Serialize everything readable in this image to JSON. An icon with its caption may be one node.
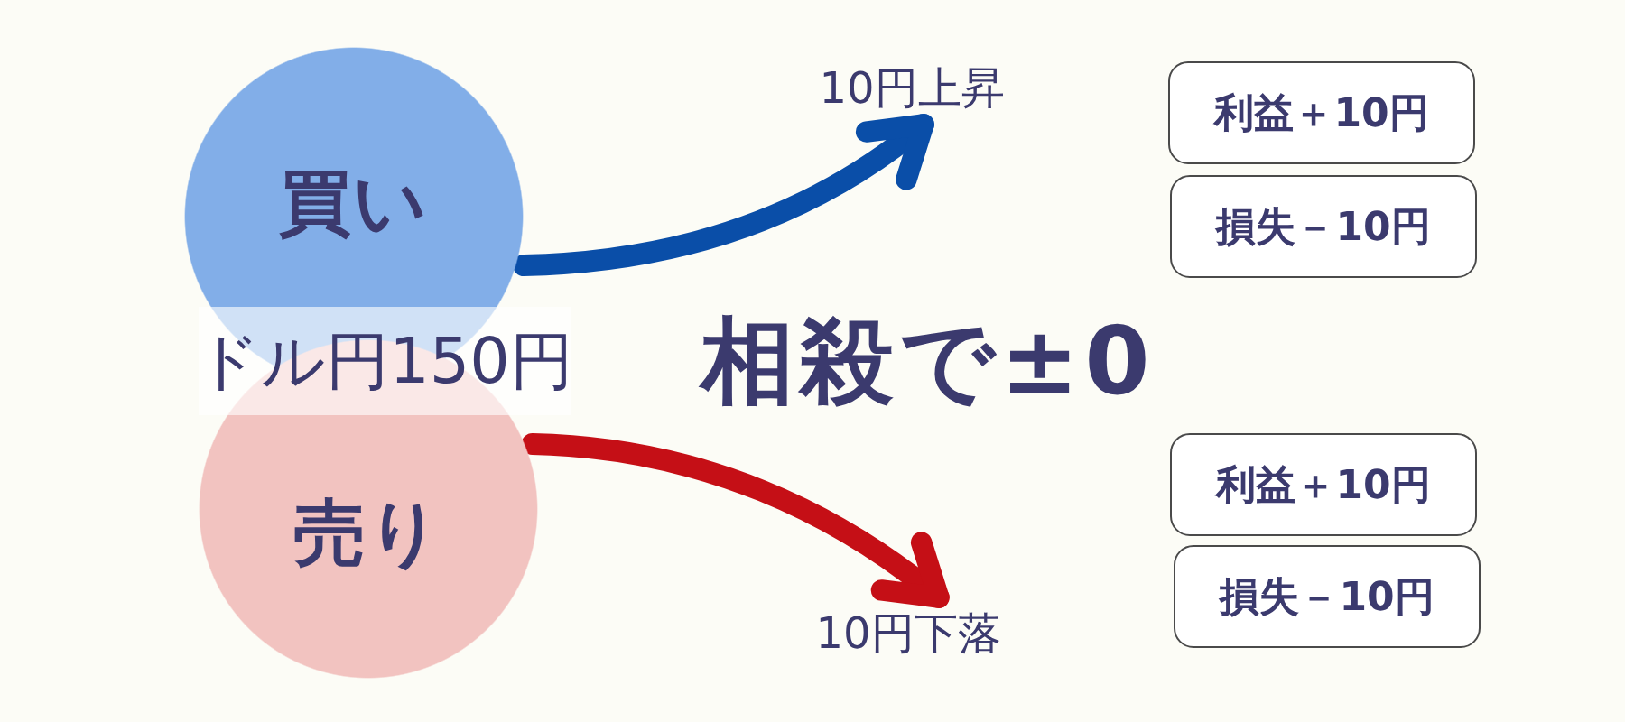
{
  "diagram": {
    "nodes": [
      {
        "text": [
          "買い"
        ]
      },
      {
        "text": [
          "10円上昇"
        ]
      },
      {
        "text": [
          "利益＋10円"
        ]
      },
      {
        "text": [
          "損失－10円"
        ]
      },
      {
        "text": [
          "ドル円150円"
        ]
      },
      {
        "text": [
          "売り"
        ]
      },
      {
        "text": [
          "10円下落"
        ]
      },
      {
        "text": [
          "利益＋10円"
        ]
      },
      {
        "text": [
          "損失－10円"
        ]
      }
    ],
    "edges": [
      {
        "from": 0,
        "to": 1,
        "arrow": "to",
        "color": "#0a4ea8"
      },
      {
        "from": 5,
        "to": 6,
        "arrow": "to",
        "color": "#c50f16"
      }
    ],
    "labels": [
      "相殺で±0"
    ]
  }
}
